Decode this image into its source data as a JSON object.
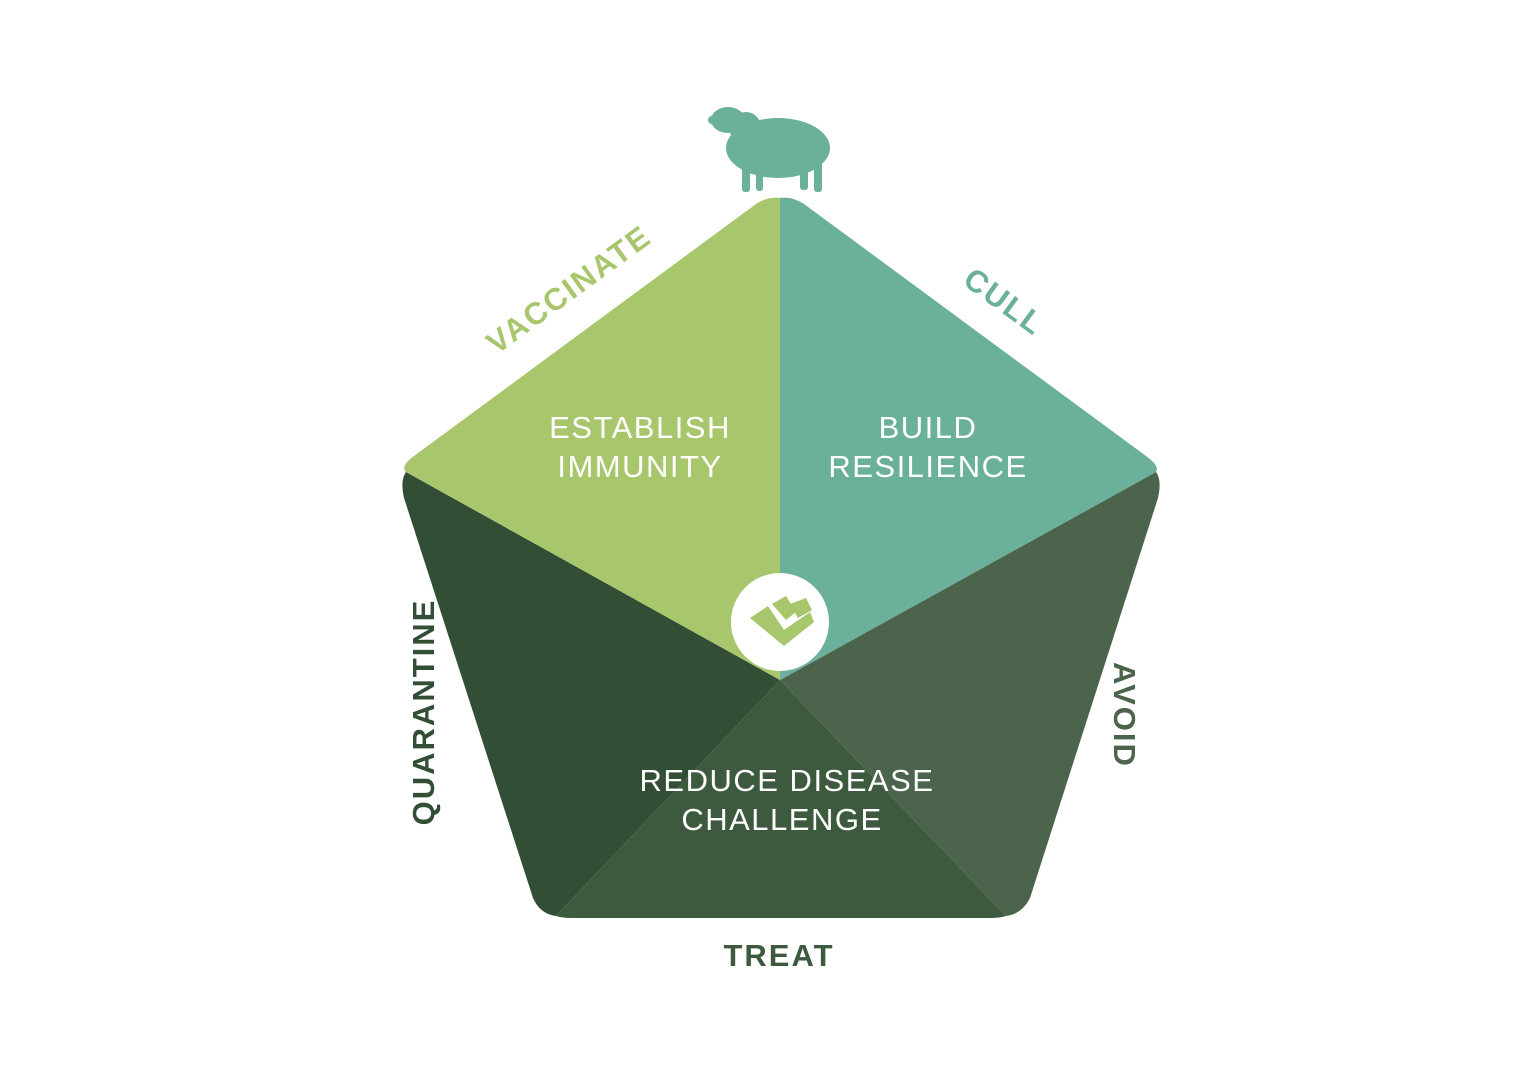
{
  "segments": {
    "immunity": {
      "line1": "ESTABLISH",
      "line2": "IMMUNITY",
      "color": "#a8c66c"
    },
    "resilience": {
      "line1": "BUILD",
      "line2": "RESILIENCE",
      "color": "#6bb09a"
    },
    "challenge": {
      "line1": "REDUCE DISEASE",
      "line2": "CHALLENGE",
      "colors": {
        "left": "#324f36",
        "bottom": "#3d5a3f",
        "right": "#4d644c"
      }
    }
  },
  "edge_labels": {
    "vaccinate": {
      "text": "VACCINATE",
      "color": "#a8c66c"
    },
    "cull": {
      "text": "CULL",
      "color": "#6bb09a"
    },
    "avoid": {
      "text": "AVOID",
      "color": "#4d644c"
    },
    "treat": {
      "text": "TREAT",
      "color": "#3d5a3f"
    },
    "quarantine": {
      "text": "QUARANTINE",
      "color": "#324f36"
    }
  },
  "icons": {
    "top": "sheep-icon",
    "center": "leaf-logo-icon",
    "sheep_color": "#6bb09a",
    "center_bg": "#ffffff",
    "center_fg": "#a8c66c"
  }
}
